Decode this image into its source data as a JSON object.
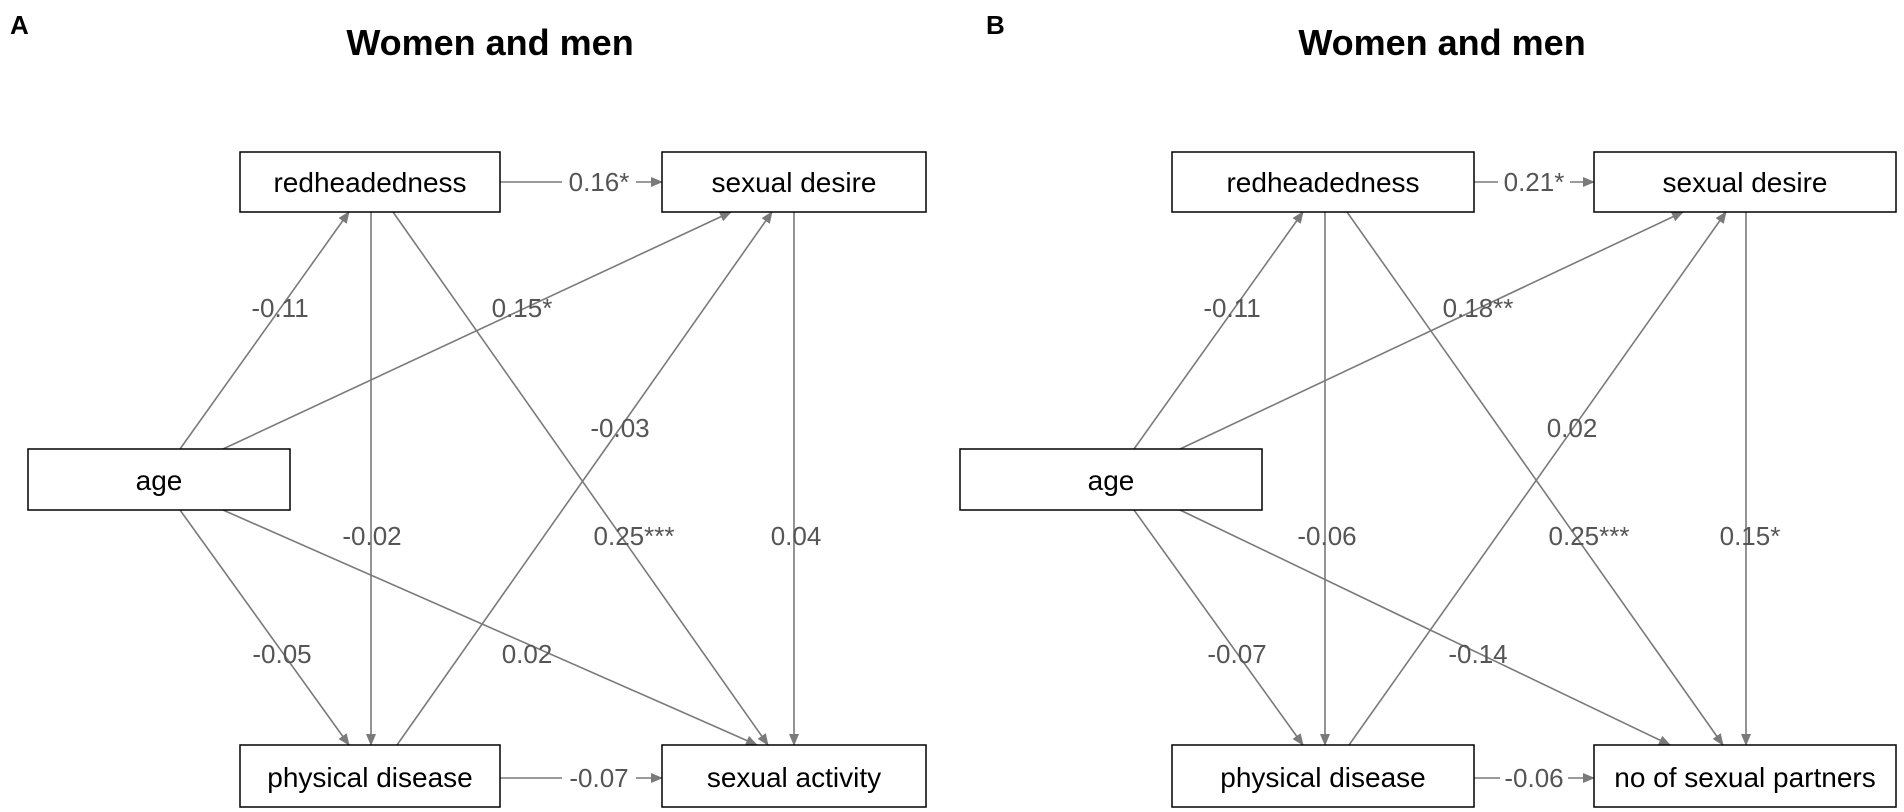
{
  "panels": [
    {
      "letter": "A",
      "title": "Women and men",
      "nodes": {
        "red": "redheadedness",
        "des": "sexual desire",
        "age": "age",
        "dis": "physical disease",
        "out": "sexual activity"
      },
      "edges": [
        {
          "from": "red",
          "to": "des",
          "label": "0.16*"
        },
        {
          "from": "age",
          "to": "red",
          "label": "-0.11"
        },
        {
          "from": "age",
          "to": "des",
          "label": "0.15*"
        },
        {
          "from": "dis",
          "to": "des",
          "label": "-0.03"
        },
        {
          "from": "red",
          "to": "dis",
          "label": "-0.02"
        },
        {
          "from": "red",
          "to": "out",
          "label": "0.25***"
        },
        {
          "from": "des",
          "to": "out",
          "label": "0.04"
        },
        {
          "from": "age",
          "to": "dis",
          "label": "-0.05"
        },
        {
          "from": "age",
          "to": "out",
          "label": "0.02"
        },
        {
          "from": "dis",
          "to": "out",
          "label": "-0.07"
        }
      ]
    },
    {
      "letter": "B",
      "title": "Women and men",
      "nodes": {
        "red": "redheadedness",
        "des": "sexual desire",
        "age": "age",
        "dis": "physical disease",
        "out": "no of sexual partners"
      },
      "edges": [
        {
          "from": "red",
          "to": "des",
          "label": "0.21*"
        },
        {
          "from": "age",
          "to": "red",
          "label": "-0.11"
        },
        {
          "from": "age",
          "to": "des",
          "label": "0.18**"
        },
        {
          "from": "dis",
          "to": "des",
          "label": "0.02"
        },
        {
          "from": "red",
          "to": "dis",
          "label": "-0.06"
        },
        {
          "from": "red",
          "to": "out",
          "label": "0.25***"
        },
        {
          "from": "des",
          "to": "out",
          "label": "0.15*"
        },
        {
          "from": "age",
          "to": "dis",
          "label": "-0.07"
        },
        {
          "from": "age",
          "to": "out",
          "label": "-0.14"
        },
        {
          "from": "dis",
          "to": "out",
          "label": "-0.06"
        }
      ]
    }
  ]
}
